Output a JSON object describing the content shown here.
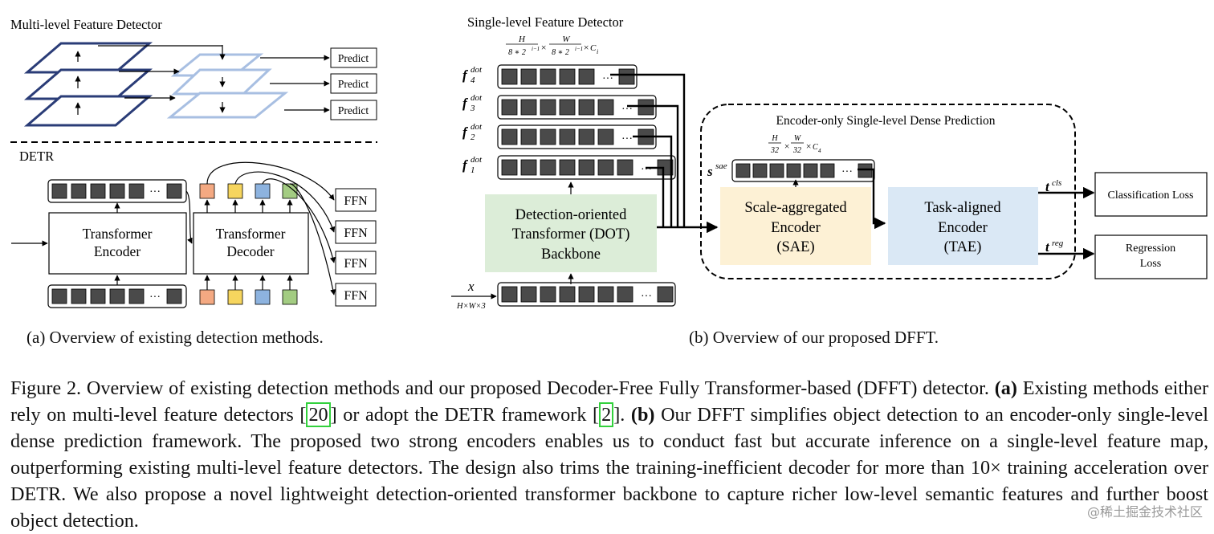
{
  "panel_a": {
    "multilevel_title": "Multi-level Feature Detector",
    "predict_labels": [
      "Predict",
      "Predict",
      "Predict"
    ],
    "detr_title": "DETR",
    "encoder_lines": [
      "Transformer",
      "Encoder"
    ],
    "decoder_lines": [
      "Transformer",
      "Decoder"
    ],
    "ffn_labels": [
      "FFN",
      "FFN",
      "FFN",
      "FFN"
    ],
    "ellipsis": "···",
    "query_colors": [
      "#f4a982",
      "#f6d55e",
      "#8db3df",
      "#a3cc82"
    ],
    "caption": "(a) Overview of existing detection methods."
  },
  "panel_b": {
    "title": "Single-level Feature Detector",
    "dim_top": {
      "h": "H",
      "w": "W",
      "den": "8 ∗ 2",
      "exp": "i−1",
      "c": "C",
      "c_sub": "i"
    },
    "features": [
      {
        "base": "f",
        "sup": "dot",
        "sub": "4"
      },
      {
        "base": "f",
        "sup": "dot",
        "sub": "3"
      },
      {
        "base": "f",
        "sup": "dot",
        "sub": "2"
      },
      {
        "base": "f",
        "sup": "dot",
        "sub": "1"
      }
    ],
    "input": {
      "symbol": "x",
      "dims": "H×W×3"
    },
    "backbone_lines": [
      "Detection-oriented",
      "Transformer (DOT)",
      "Backbone"
    ],
    "dense_title": "Encoder-only Single-level Dense Prediction",
    "dim_sae": {
      "h": "H",
      "w": "W",
      "den": "32",
      "c": "C",
      "c_sub": "4"
    },
    "sae_symbol": {
      "base": "s",
      "sup": "sae"
    },
    "sae_lines": [
      "Scale-aggregated",
      "Encoder",
      "(SAE)"
    ],
    "tae_lines": [
      "Task-aligned",
      "Encoder",
      "(TAE)"
    ],
    "t_cls": {
      "base": "t",
      "sup": "cls"
    },
    "t_reg": {
      "base": "t",
      "sup": "reg"
    },
    "loss_cls": "Classification Loss",
    "loss_reg_lines": [
      "Regression",
      "Loss"
    ],
    "colors": {
      "backbone": "#dcedd8",
      "sae": "#fdf1d5",
      "tae": "#dae8f5"
    },
    "caption": "(b) Overview of our proposed DFFT."
  },
  "caption": {
    "p1": "Figure 2. Overview of existing detection methods and our proposed Decoder-Free Fully Transformer-based (DFFT) detector. ",
    "a_label": "(a)",
    "p2": " Existing methods either rely on multi-level feature detectors [",
    "ref1": "20",
    "p3": "] or adopt the DETR framework [",
    "ref2": "2",
    "p4": "]. ",
    "b_label": "(b)",
    "p5": " Our DFFT simplifies object detection to an encoder-only single-level dense prediction framework. The proposed two strong encoders enables us to conduct fast but accurate inference on a single-level feature map, outperforming existing multi-level feature detectors. The design also trims the training-inefficient decoder for more than 10× training acceleration over DETR. We also propose a novel lightweight detection-oriented transformer backbone to capture richer low-level semantic features and further boost object detection."
  },
  "watermark": "@稀土掘金技术社区"
}
